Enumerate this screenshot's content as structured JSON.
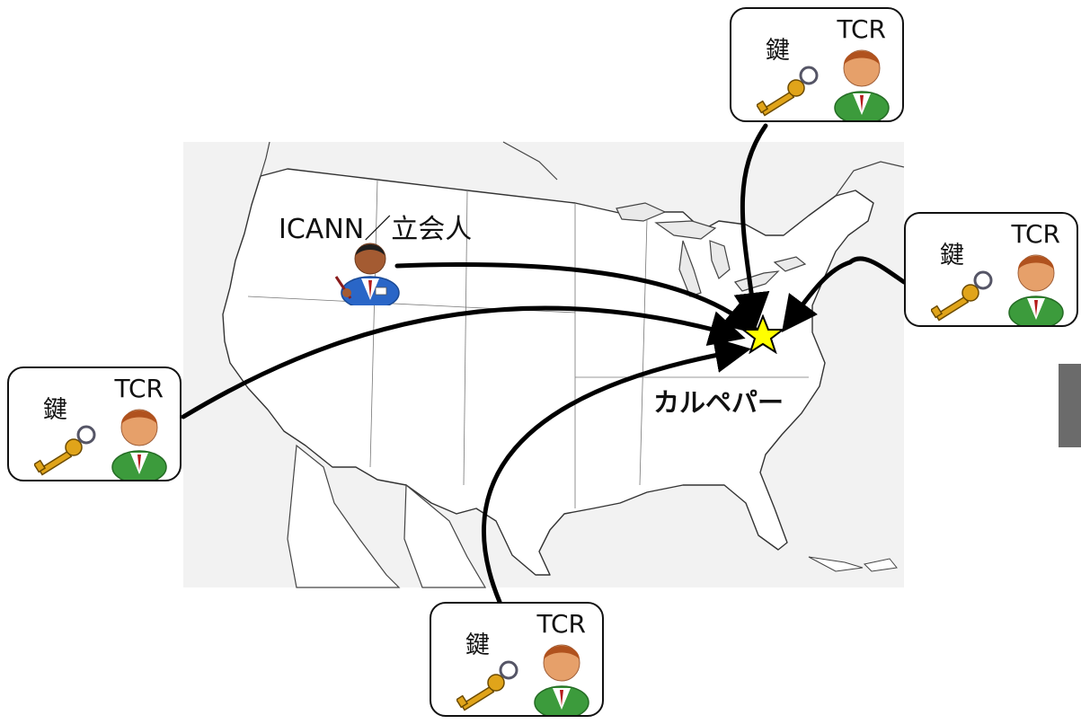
{
  "diagram": {
    "witness_label": "ICANN／立会人",
    "destination_label": "カルペパー",
    "cards": [
      {
        "role": "TCR",
        "key": "鍵"
      },
      {
        "role": "TCR",
        "key": "鍵"
      },
      {
        "role": "TCR",
        "key": "鍵"
      },
      {
        "role": "TCR",
        "key": "鍵"
      }
    ]
  },
  "colors": {
    "star": "#ffff00",
    "arrow": "#000000",
    "map_background": "#f2f2f2",
    "side_tab": "#6b6b6b"
  },
  "icons": {
    "card_person": "person-icon",
    "card_key": "key-icon",
    "witness": "witness-person-icon",
    "destination": "star-icon"
  }
}
